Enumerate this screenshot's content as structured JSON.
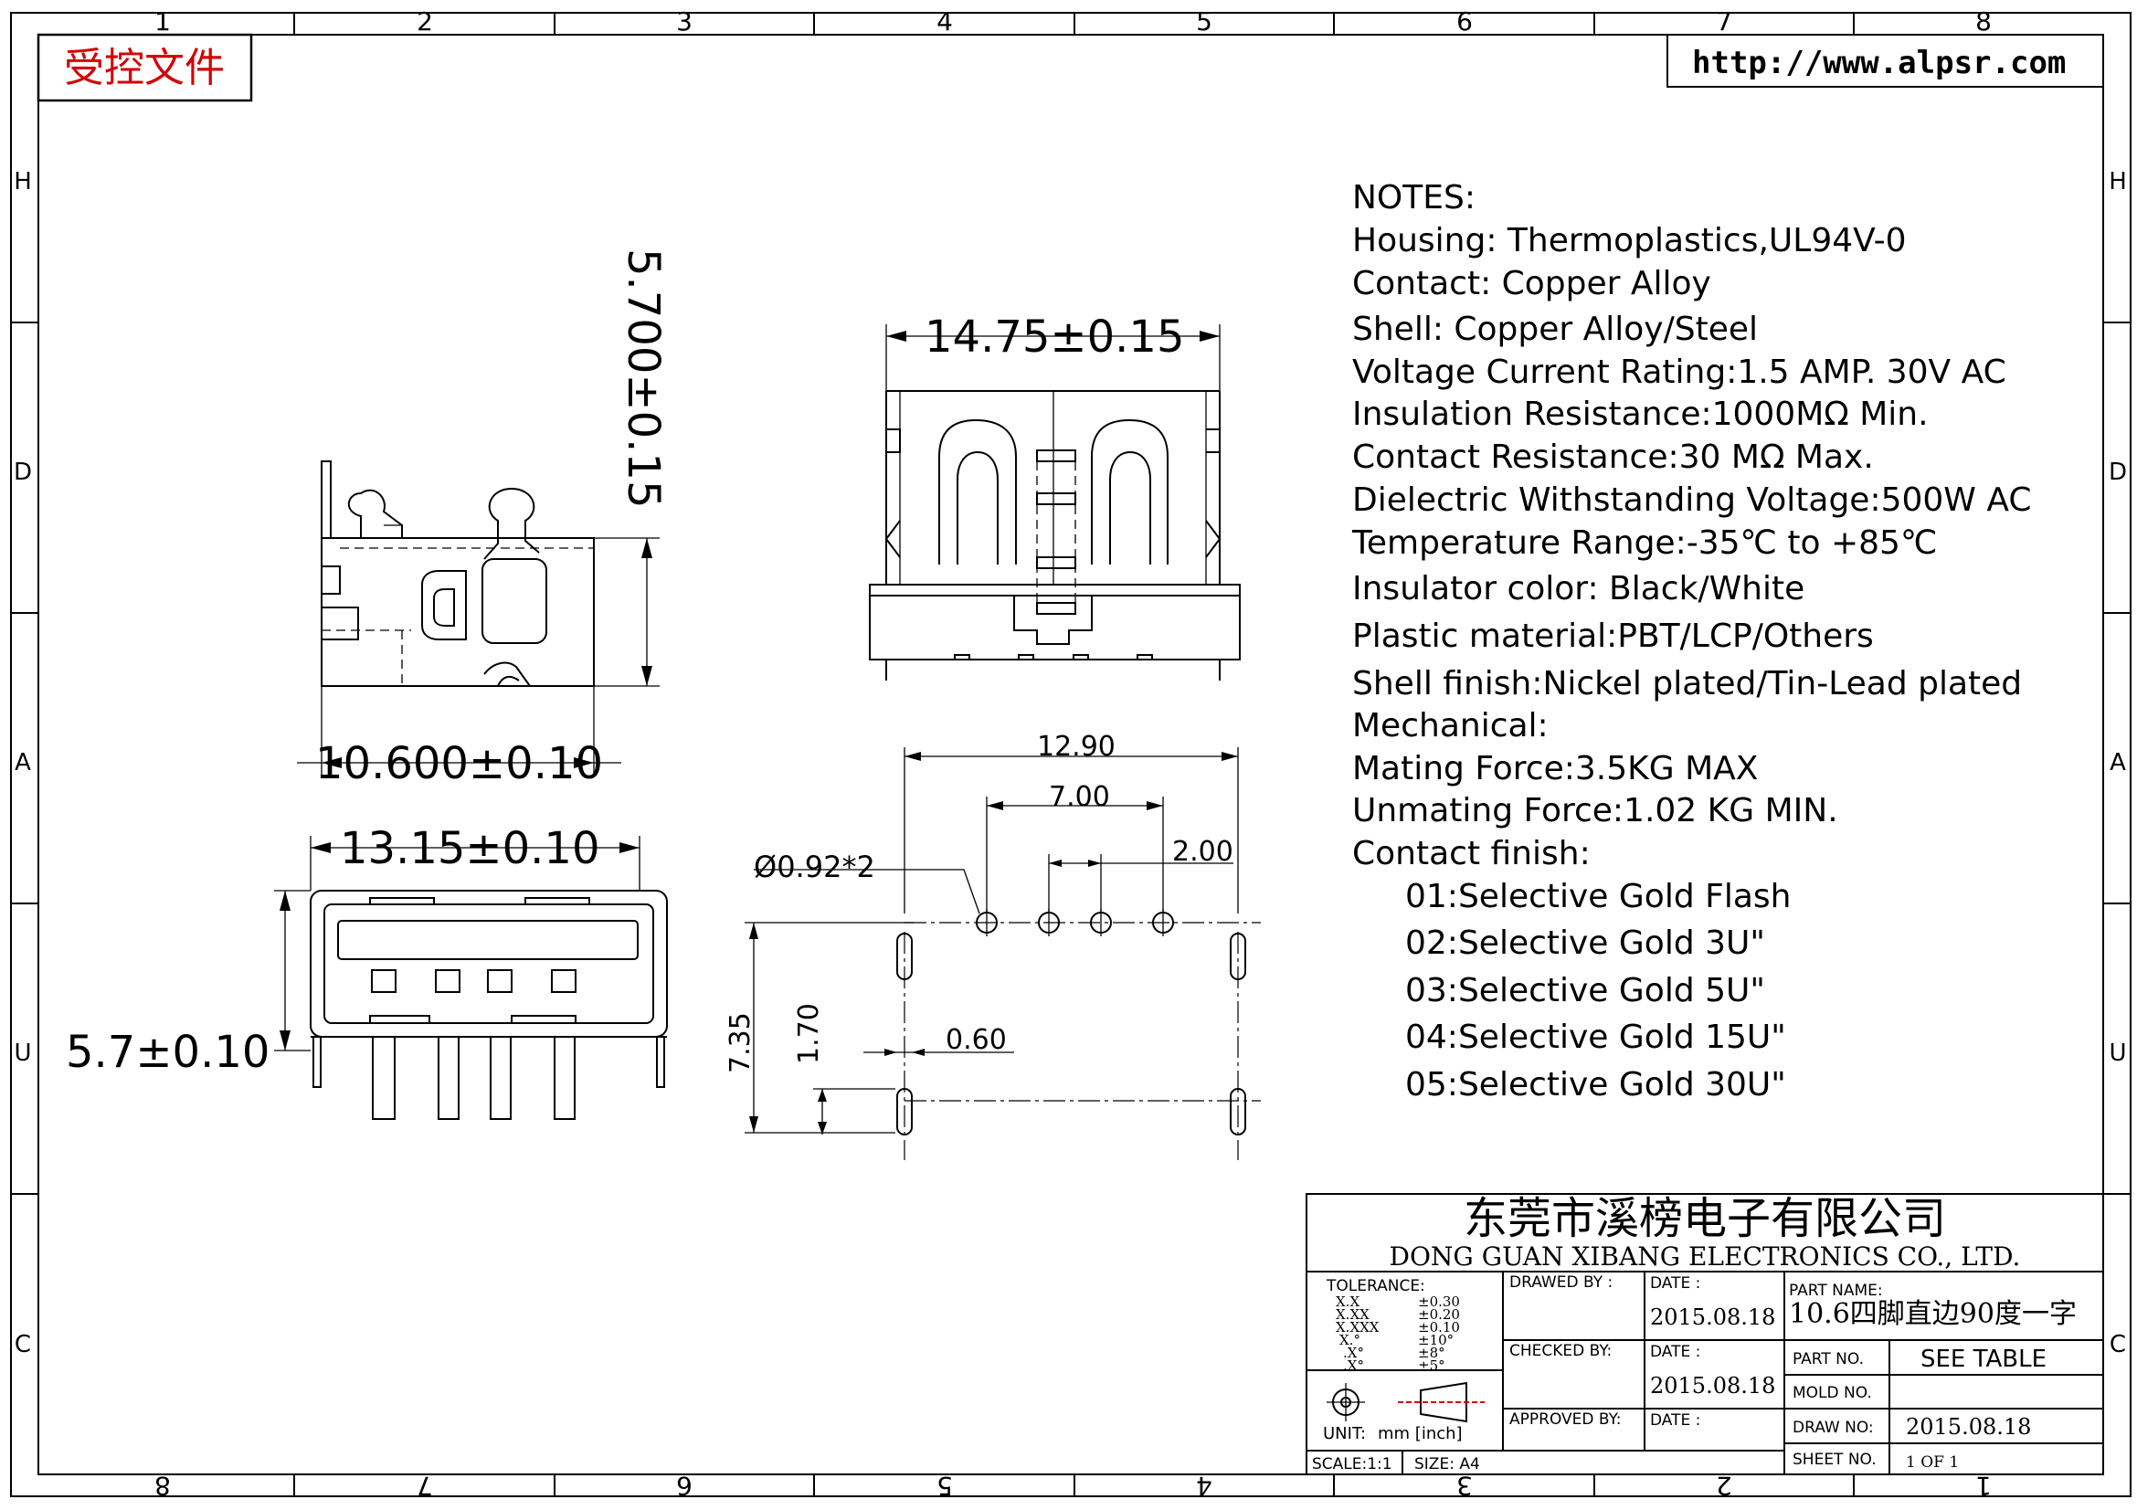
{
  "frame": {
    "column_labels": [
      "1",
      "2",
      "3",
      "4",
      "5",
      "6",
      "7",
      "8"
    ],
    "row_labels": [
      "H",
      "D",
      "A",
      "U",
      "C"
    ]
  },
  "stamp": {
    "text": "受控文件",
    "color": "#d40000"
  },
  "website": "http://www.alpsr.com",
  "dimensions": {
    "side_height": "5.700±0.15",
    "side_width": "10.600±0.10",
    "top_width": "14.75±0.15",
    "front_width": "13.15±0.10",
    "front_height": "5.7±0.10",
    "pcb_overall": "12.90",
    "pcb_pin_span": "7.00",
    "pcb_pin_pitch": "2.00",
    "pcb_hole": "Ø0.92*2",
    "pcb_depth": "7.35",
    "pcb_row": "1.70",
    "pcb_slot": "0.60"
  },
  "notes": {
    "title": "NOTES:",
    "lines": [
      "Housing:  Thermoplastics,UL94V-0",
      "Contact:  Copper  Alloy",
      "Shell:  Copper  Alloy/Steel",
      "Voltage  Current  Rating:1.5  AMP.  30V  AC",
      "Insulation  Resistance:1000MΩ  Min.",
      "Contact  Resistance:30  MΩ  Max.",
      "Dielectric  Withstanding  Voltage:500W  AC",
      "Temperature  Range:-35℃  to  +85℃",
      "Insulator  color:  Black/White",
      "Plastic  material:PBT/LCP/Others",
      "Shell  finish:Nickel  plated/Tin-Lead  plated",
      "Mechanical:",
      "Mating  Force:3.5KG  MAX",
      "Unmating  Force:1.02  KG  MIN.",
      "Contact  finish:"
    ],
    "finish_options": [
      "01:Selective  Gold  Flash",
      "02:Selective  Gold  3U\"",
      "03:Selective  Gold  5U\"",
      "04:Selective  Gold  15U\"",
      "05:Selective  Gold  30U\""
    ]
  },
  "title_block": {
    "company_cn": "东莞市溪榜电子有限公司",
    "company_en": "DONG  GUAN  XIBANG  ELECTRONICS  CO.,  LTD.",
    "tolerance_label": "TOLERANCE:",
    "tolerance_rows": [
      {
        "fmt": "X.X",
        "val": "±0.30"
      },
      {
        "fmt": "X.XX",
        "val": "±0.20"
      },
      {
        "fmt": "X.XXX",
        "val": "±0.10"
      },
      {
        "fmt": "X.°",
        "val": "±10°"
      },
      {
        "fmt": ".X°",
        "val": "±8°"
      },
      {
        "fmt": ".X°",
        "val": "±5°"
      }
    ],
    "unit_label": "UNIT:",
    "unit_value": "mm  [inch]",
    "scale_label": "SCALE:1:1",
    "size_label": "SIZE:  A4",
    "drawn_by_label": "DRAWED  BY :",
    "checked_by_label": "CHECKED  BY:",
    "approved_by_label": "APPROVED  BY:",
    "date_label": "DATE  :",
    "date_drawn": "2015.08.18",
    "date_checked": "2015.08.18",
    "part_name_label": "PART  NAME:",
    "part_name": "10.6四脚直边90度一字",
    "part_no_label": "PART  NO.",
    "part_no_value": "SEE  TABLE",
    "mold_no_label": "MOLD  NO.",
    "draw_no_label": "DRAW  NO:",
    "draw_no_value": "2015.08.18",
    "sheet_no_label": "SHEET  NO.",
    "sheet_no_value": "1  OF  1"
  }
}
